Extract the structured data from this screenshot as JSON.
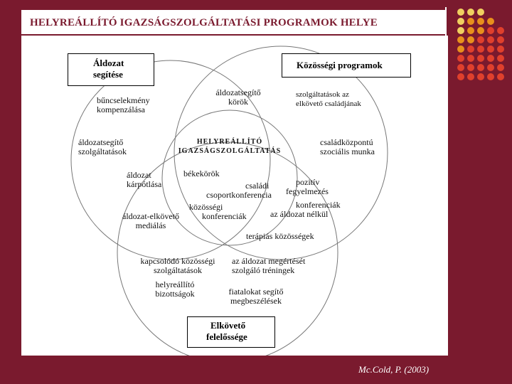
{
  "slide": {
    "title": "HELYREÁLLÍTÓ IGAZSÁGSZOLGÁLTATÁSI PROGRAMOK HELYE",
    "citation": "Mc.Cold, P. (2003)"
  },
  "boxes": {
    "victim_support": {
      "line1": "Áldozat",
      "line2": "segítése"
    },
    "community_programs": {
      "line1": "Közösségi programok"
    },
    "offender_responsibility": {
      "line1": "Elkövető",
      "line2": "felelőssége"
    }
  },
  "center": {
    "line1": "HELYREÁLLÍTÓ",
    "line2": "IGAZSÁGSZOLGÁLTATÁS"
  },
  "labels": [
    [
      "bűncselekmény",
      "kompenzálása"
    ],
    [
      "áldozatsegítő",
      "körök"
    ],
    [
      "szolgáltatások az",
      "elkövető családjának"
    ],
    [
      "áldozatsegítő",
      "szolgáltatások"
    ],
    [
      "családközpontú",
      "szociális munka"
    ],
    [
      "áldozat",
      "kárpótlása"
    ],
    [
      "békekörök"
    ],
    [
      "családi",
      "csoportkonferencia"
    ],
    [
      "pozitív",
      "fegyelmezés"
    ],
    [
      "közösségi",
      "konferenciák"
    ],
    [
      "konferenciák",
      "az áldozat nélkül"
    ],
    [
      "áldozat-elkövető",
      "mediálás"
    ],
    [
      "terápiás közösségek"
    ],
    [
      "kapcsolódó közösségi",
      "szolgáltatások"
    ],
    [
      "az áldozat megértését",
      "szolgáló tréningek"
    ],
    [
      "helyreállító",
      "bizottságok"
    ],
    [
      "fiatalokat segítő",
      "megbeszélések"
    ]
  ],
  "colors": {
    "background": "#7a1a2e",
    "dot_yellow": "#f0d060",
    "dot_orange": "#e8901c",
    "dot_red": "#e0402c"
  }
}
